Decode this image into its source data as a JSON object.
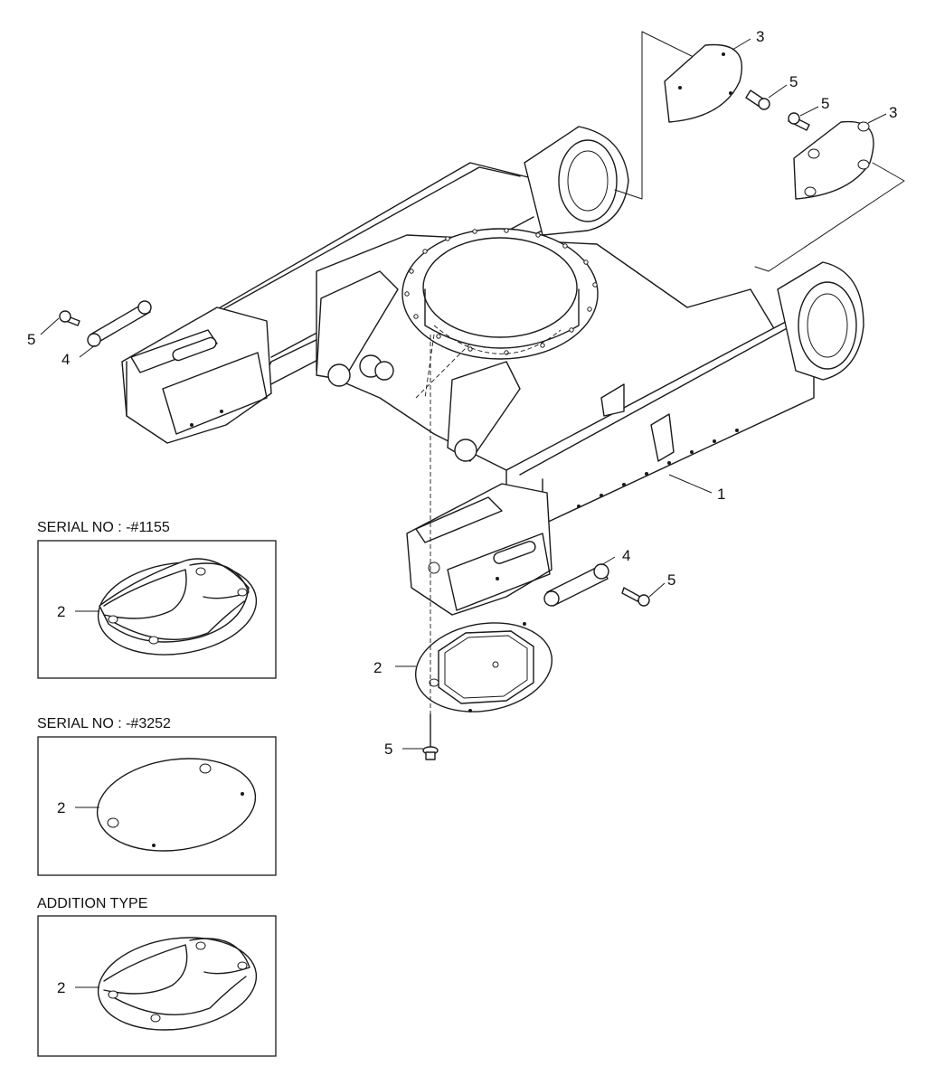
{
  "callouts": {
    "frame": "1",
    "cover_plate": "2",
    "side_cover": "3",
    "link": "4",
    "bolt": "5"
  },
  "variant_boxes": [
    {
      "title": "SERIAL NO : -#1155",
      "callout": "2"
    },
    {
      "title": "SERIAL NO : -#3252",
      "callout": "2"
    },
    {
      "title": "ADDITION TYPE",
      "callout": "2"
    }
  ]
}
